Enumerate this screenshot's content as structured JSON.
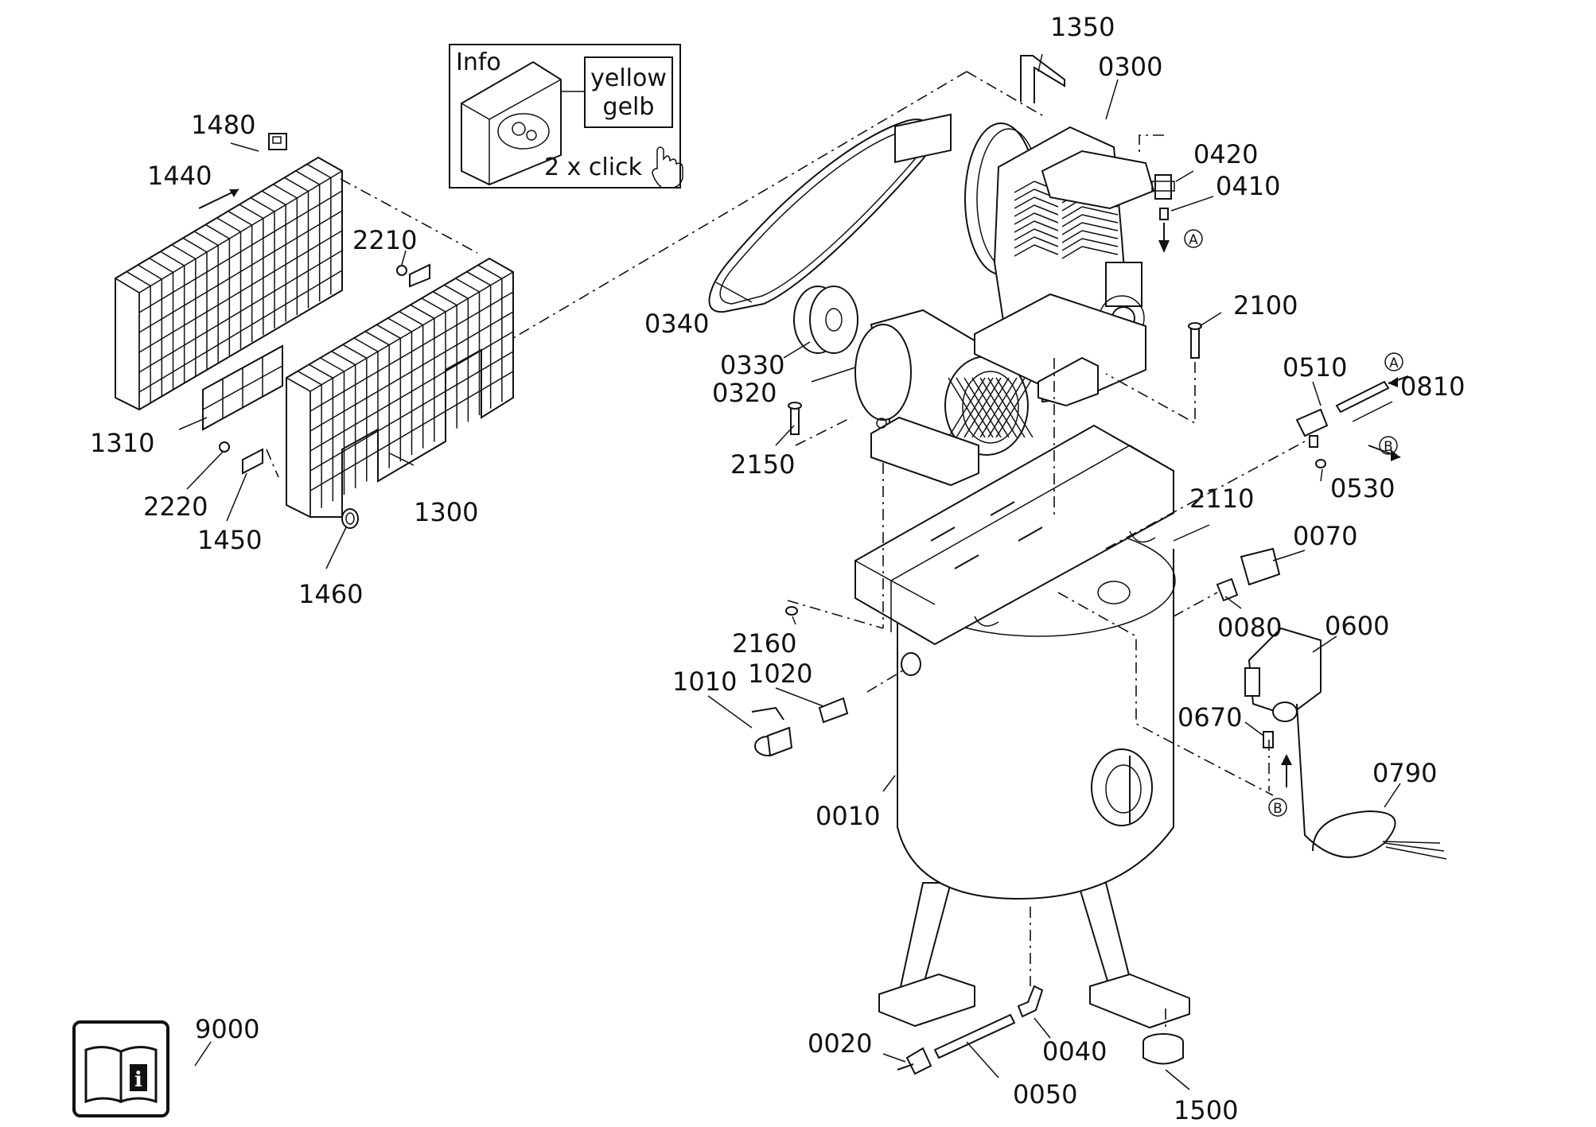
{
  "info_box": {
    "title": "Info",
    "color_en": "yellow",
    "color_de": "gelb",
    "hint": "2 x click"
  },
  "labels": {
    "p0010": "0010",
    "p0020": "0020",
    "p0040": "0040",
    "p0050": "0050",
    "p0070": "0070",
    "p0080": "0080",
    "p0300": "0300",
    "p0320": "0320",
    "p0330": "0330",
    "p0340": "0340",
    "p0410": "0410",
    "p0420": "0420",
    "p0510": "0510",
    "p0530": "0530",
    "p0600": "0600",
    "p0670": "0670",
    "p0790": "0790",
    "p0810": "0810",
    "p1010": "1010",
    "p1020": "1020",
    "p1300": "1300",
    "p1310": "1310",
    "p1350": "1350",
    "p1440": "1440",
    "p1450": "1450",
    "p1460": "1460",
    "p1480": "1480",
    "p1500": "1500",
    "p2100": "2100",
    "p2110": "2110",
    "p2150": "2150",
    "p2160": "2160",
    "p2210": "2210",
    "p2220": "2220",
    "p9000": "9000"
  },
  "markers": {
    "a": "A",
    "b": "B"
  },
  "colors": {
    "line": "#111111",
    "background": "#ffffff"
  }
}
